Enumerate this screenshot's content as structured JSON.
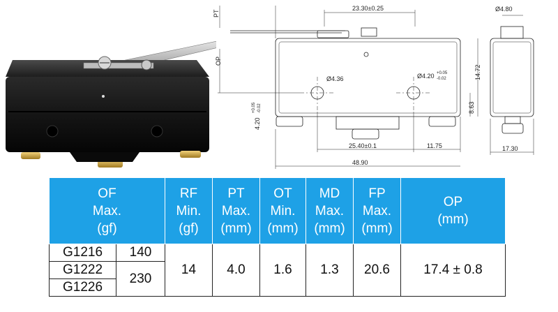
{
  "drawing": {
    "labels": {
      "pt": "PT",
      "op": "OP",
      "width_top": "23.30±0.25",
      "pin_dia": "Ø4.80",
      "hole_left": "Ø4.36",
      "hole_right_base": "Ø4.20",
      "hole_right_tol_upper": "+0.05",
      "hole_right_tol_lower": "-0.02",
      "height_total": "14.72",
      "height_hole": "8.63",
      "hole_offset_base": "4.20",
      "hole_offset_tol_upper": "+0.05",
      "hole_offset_tol_lower": "-0.02",
      "hole_pitch": "25.40±0.1",
      "right_offset": "11.75",
      "length_total": "48.90",
      "side_width": "17.30"
    }
  },
  "table": {
    "headers": {
      "of": [
        "OF",
        "Max.",
        "(gf)"
      ],
      "rf": [
        "RF",
        "Min.",
        "(gf)"
      ],
      "pt": [
        "PT",
        "Max.",
        "(mm)"
      ],
      "ot": [
        "OT",
        "Min.",
        "(mm)"
      ],
      "md": [
        "MD",
        "Max.",
        "(mm)"
      ],
      "fp": [
        "FP",
        "Max.",
        "(mm)"
      ],
      "op": [
        "OP",
        "(mm)"
      ]
    },
    "models": [
      "G1216",
      "G1222",
      "G1226"
    ],
    "of_values": [
      "140",
      "230"
    ],
    "rf": "14",
    "pt": "4.0",
    "ot": "1.6",
    "md": "1.3",
    "fp": "20.6",
    "op": "17.4 ± 0.8"
  }
}
